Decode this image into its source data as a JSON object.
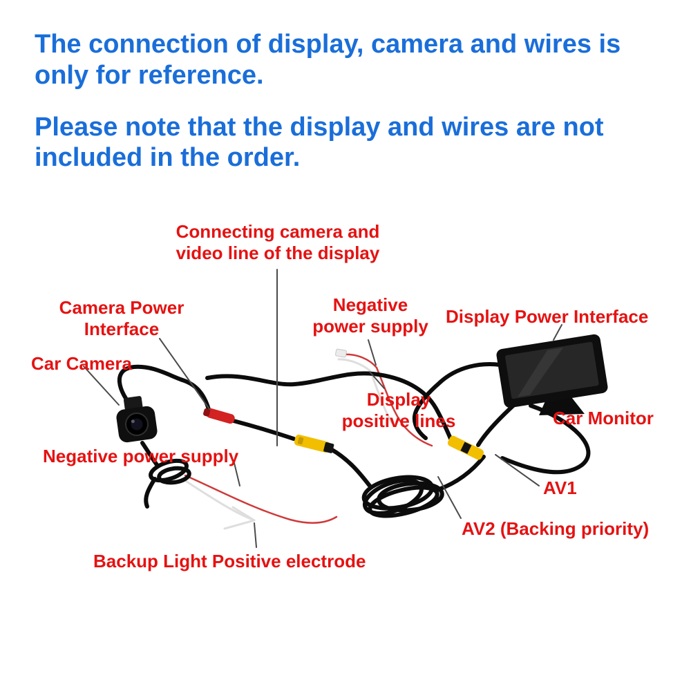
{
  "notice": {
    "line1": "The connection of display, camera and wires is\nonly for reference.",
    "line2": "Please note that the display and wires are not\nincluded in the order."
  },
  "labels": {
    "connecting_camera_video": "Connecting camera and\nvideo line of the display",
    "camera_power_interface": "Camera Power\nInterface",
    "negative_power_supply_top": "Negative\npower supply",
    "display_power_interface": "Display Power Interface",
    "car_camera": "Car Camera",
    "display_positive_lines": "Display\npositive lines",
    "car_monitor": "Car Monitor",
    "negative_power_supply_left": "Negative power supply",
    "av1": "AV1",
    "av2": "AV2 (Backing priority)",
    "backup_light_positive_electrode": "Backup Light Positive electrode"
  },
  "colors": {
    "notice_text": "#1a6ed9",
    "label_text": "#e51212",
    "wire_black": "#0c0c0c",
    "rca_yellow": "#f2be00",
    "connector_red": "#d22222",
    "background": "#ffffff"
  }
}
